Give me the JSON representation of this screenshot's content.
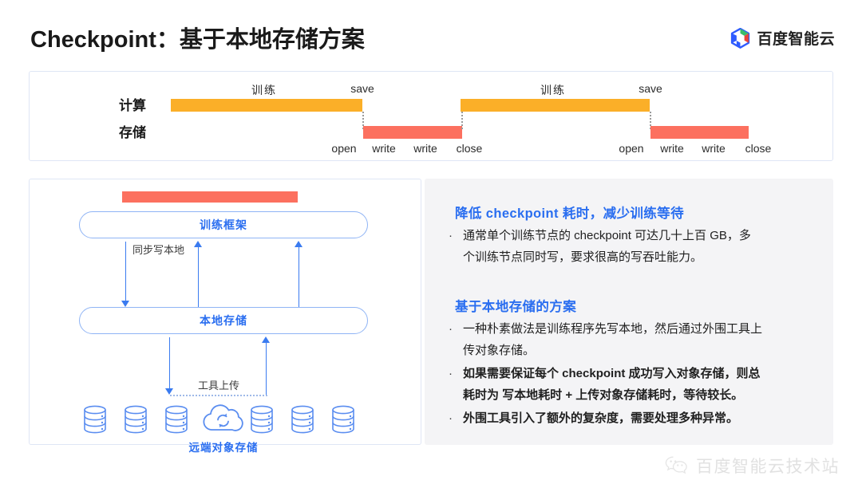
{
  "header": {
    "title": "Checkpoint：基于本地存储方案",
    "brand": {
      "name": "百度智能云",
      "icon": "baidu-cloud-hexagon-icon",
      "colors": {
        "blue": "#2e5bff",
        "green": "#3bbd6a",
        "red": "#e8443a"
      }
    }
  },
  "timeline": {
    "rows": [
      {
        "label": "计算",
        "kind": "compute",
        "color": "#fbaf28"
      },
      {
        "label": "存储",
        "kind": "storage",
        "color": "#fc705f"
      }
    ],
    "cycles": [
      {
        "compute_label": "训练",
        "save_label": "save",
        "storage_ops": [
          "open",
          "write",
          "write",
          "close"
        ]
      },
      {
        "compute_label": "训练",
        "save_label": "save",
        "storage_ops": [
          "open",
          "write",
          "write",
          "close"
        ]
      }
    ]
  },
  "diagram": {
    "top_bar_color": "#fc705f",
    "nodes": [
      {
        "id": "training-framework",
        "label": "训练框架"
      },
      {
        "id": "local-storage",
        "label": "本地存储"
      }
    ],
    "edges": [
      {
        "id": "sync-write-local",
        "label": "同步写本地"
      },
      {
        "id": "tool-upload",
        "label": "工具上传"
      }
    ],
    "bottom_label": "远端对象存储",
    "storage_icons": {
      "database_count": 6,
      "cloud_icon": "cloud-sync-icon",
      "database_icon": "database-cylinder-icon"
    },
    "accent_color": "#2a6ef0"
  },
  "content": {
    "sections": [
      {
        "heading": "降低 checkpoint 耗时，减少训练等待",
        "bullets": [
          {
            "bold": false,
            "lines": [
              "通常单个训练节点的 checkpoint 可达几十上百 GB，多",
              "个训练节点同时写，要求很高的写吞吐能力。"
            ]
          }
        ]
      },
      {
        "heading": "基于本地存储的方案",
        "bullets": [
          {
            "bold": false,
            "lines": [
              "一种朴素做法是训练程序先写本地，然后通过外围工具上",
              "传对象存储。"
            ]
          },
          {
            "bold": true,
            "lines": [
              "如果需要保证每个 checkpoint 成功写入对象存储，则总",
              "耗时为 写本地耗时 + 上传对象存储耗时，等待较长。"
            ]
          },
          {
            "bold": true,
            "lines": [
              "外围工具引入了额外的复杂度，需要处理多种异常。"
            ]
          }
        ]
      }
    ],
    "bullet_marker": "·"
  },
  "watermark": {
    "text": "百度智能云技术站",
    "icon": "wechat-icon"
  }
}
